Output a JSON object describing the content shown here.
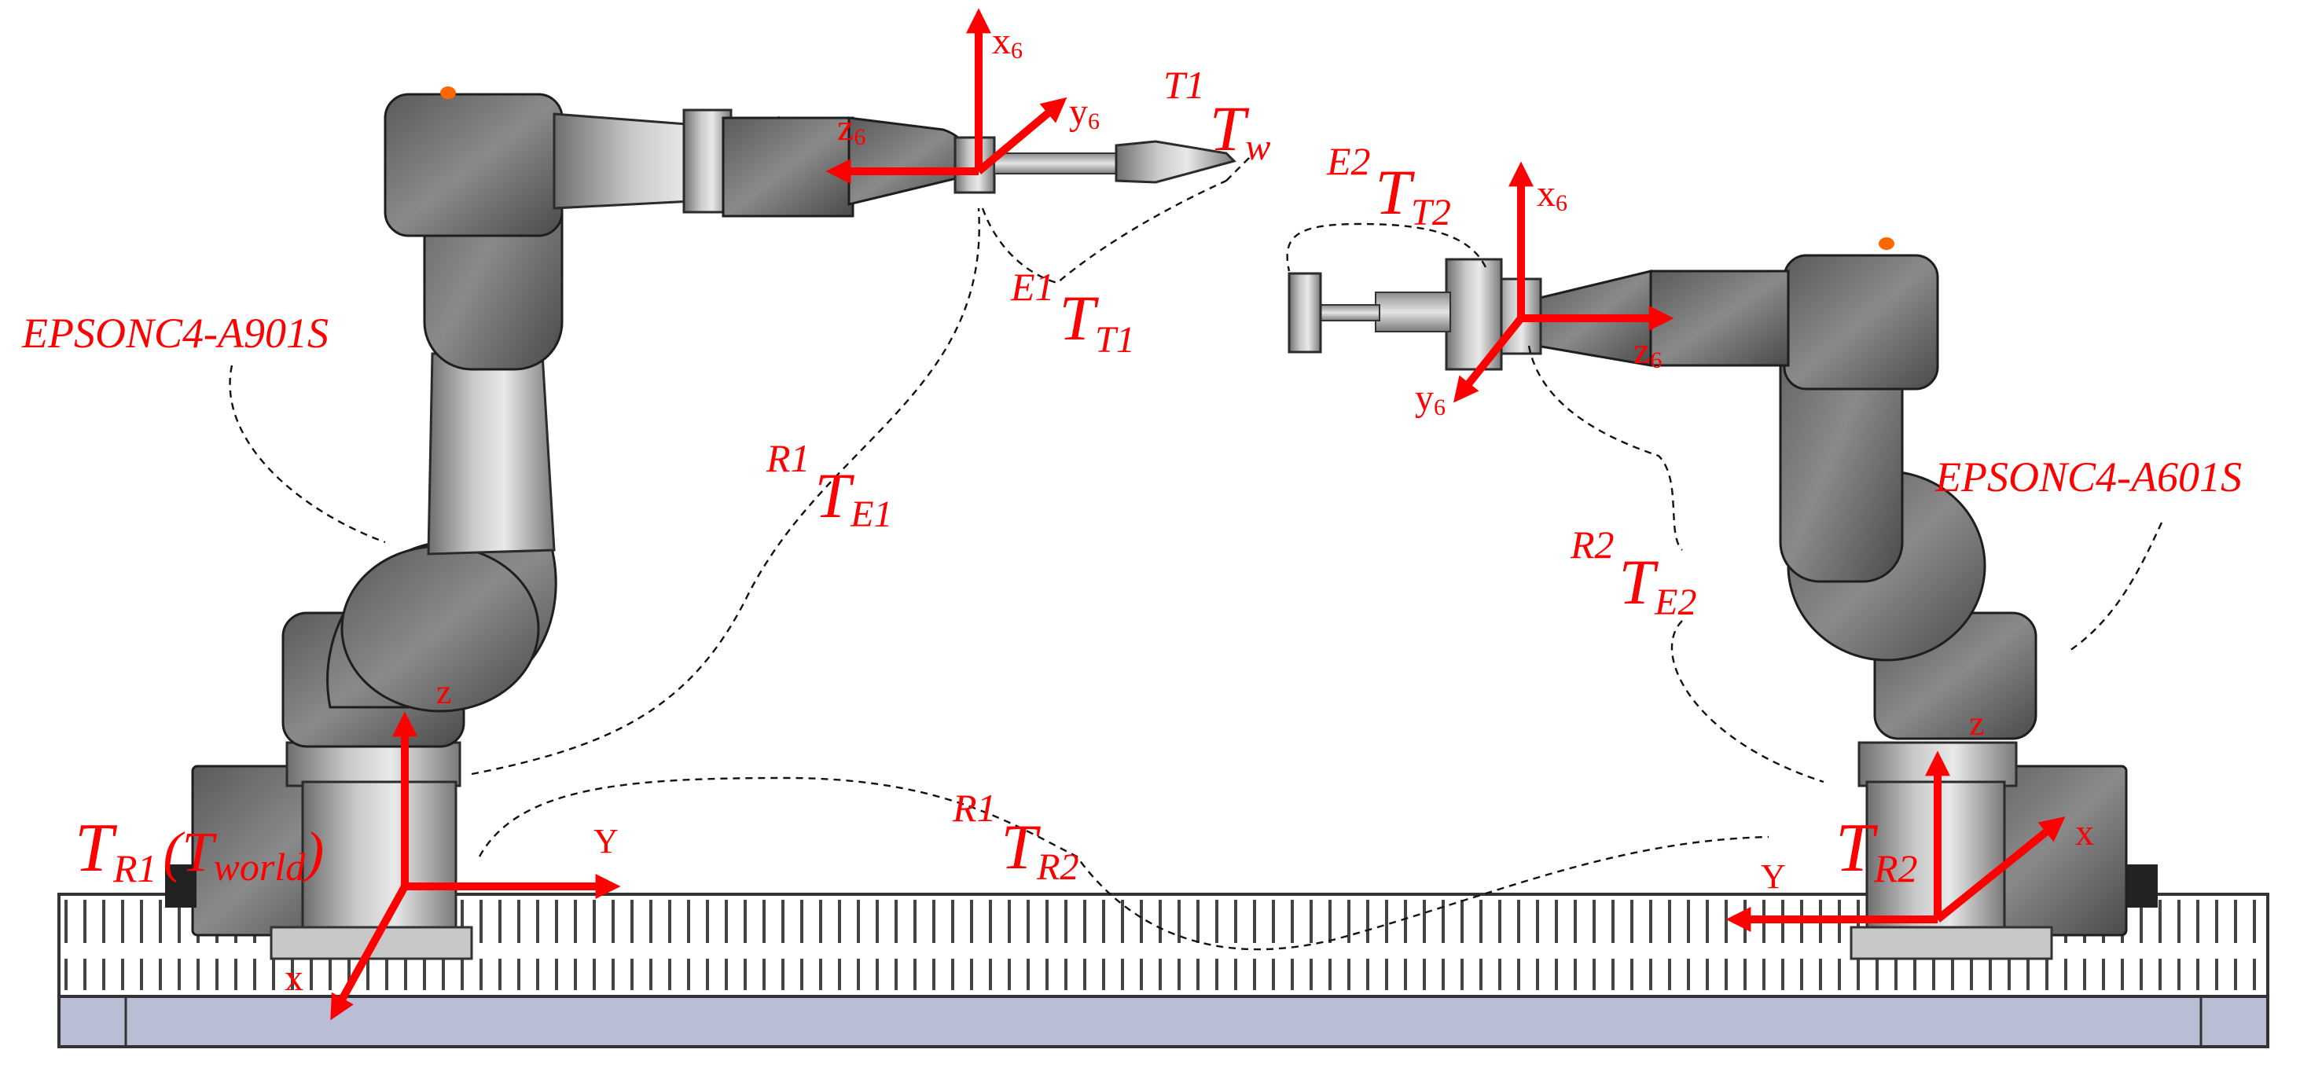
{
  "robots": [
    {
      "name": "EPSONC4-A901S"
    },
    {
      "name": "EPSONC4-A601S"
    }
  ],
  "labels": {
    "tw_pre": "T1",
    "tw_main": "T",
    "tw_sub": "w",
    "tt2_pre": "E2",
    "tt2_main": "T",
    "tt2_sub": "T2",
    "tt1_pre": "E1",
    "tt1_main": "T",
    "tt1_sub": "T1",
    "te1_pre": "R1",
    "te1_main": "T",
    "te1_sub": "E1",
    "te2_pre": "R2",
    "te2_main": "T",
    "te2_sub": "E2",
    "tr2_pre": "R1",
    "tr2_main": "T",
    "tr2_sub": "R2",
    "base1_main": "T",
    "base1_sub": "R1",
    "base1_paren": "(T",
    "base1_world": "world",
    "base1_close": ")",
    "base2_main": "T",
    "base2_sub": "R2"
  },
  "axes": {
    "left_base": {
      "z": "z",
      "y": "Y",
      "x": "x"
    },
    "right_base": {
      "z": "z",
      "y": "Y",
      "x": "x"
    },
    "left_tool": {
      "x6": "x",
      "x6_sub": "6",
      "y6": "y",
      "y6_sub": "6",
      "z6": "z",
      "z6_sub": "6"
    },
    "right_tool": {
      "x6": "x",
      "x6_sub": "6",
      "y6": "y",
      "y6_sub": "6",
      "z6": "z",
      "z6_sub": "6"
    }
  },
  "colors": {
    "annotation": "#ff0000",
    "metal": "#9a9a9a",
    "rail": "#b9bdd6"
  }
}
